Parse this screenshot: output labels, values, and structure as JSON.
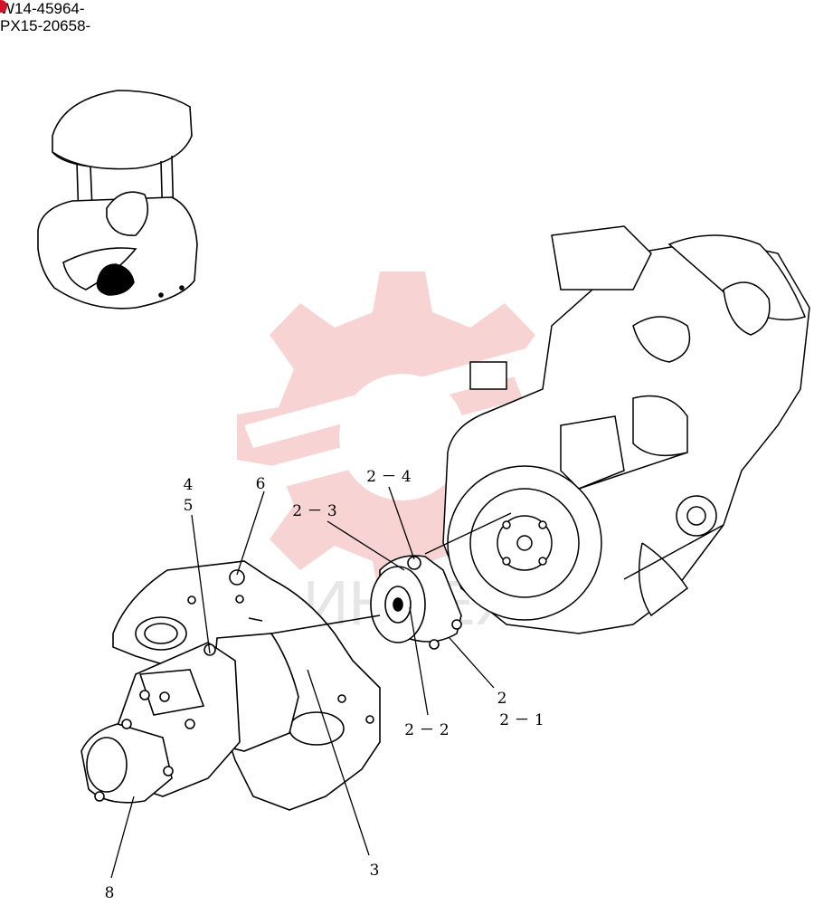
{
  "header": {
    "line1": "W14-45964-",
    "line2": "PX15-20658-",
    "marker_color": "#d3152a"
  },
  "watermark": {
    "text": "ИНТЕХ",
    "color": "#f2b6b6"
  },
  "callouts": {
    "c4": "4",
    "c5": "5",
    "c6": "6",
    "c2_4": "2 － 4",
    "c2_3": "2 － 3",
    "c2": "2",
    "c2_1": "2 － 1",
    "c2_2": "2 － 2",
    "c3": "3",
    "c8": "8"
  }
}
